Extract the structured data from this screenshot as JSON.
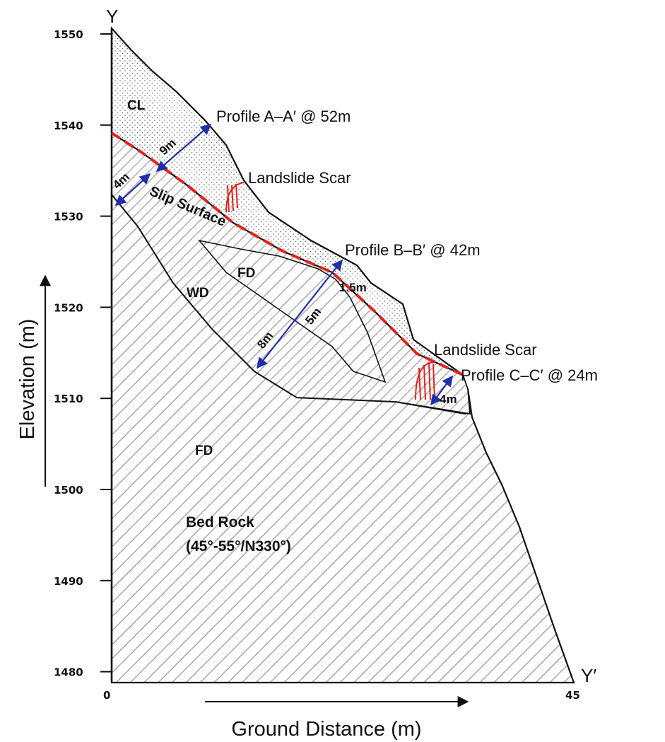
{
  "axes": {
    "y_axis_letter": "Y",
    "y_end_letter": "Y′",
    "y_ticks": [
      "1550",
      "1540",
      "1530",
      "1520",
      "1510",
      "1500",
      "1490",
      "1480"
    ],
    "x_ticks": [
      "0",
      "45"
    ],
    "ylabel": "Elevation (m)",
    "xlabel": "Ground Distance (m)"
  },
  "units": {
    "cl": "CL",
    "fd_upper": "FD",
    "wd": "WD",
    "fd_lower": "FD",
    "bedrock_line1": "Bed Rock",
    "bedrock_line2": "(45°-55°/N330°)"
  },
  "features": {
    "slip_surface": "Slip Surface",
    "scar_upper": "Landslide Scar",
    "scar_lower": "Landslide Scar"
  },
  "profiles": {
    "a": "Profile A–A′ @ 52m",
    "b": "Profile B–B′ @ 42m",
    "c": "Profile C–C′ @ 24m"
  },
  "thickness": {
    "a_cl": "9m",
    "a_wd": "4m",
    "b_cl": "1.5m",
    "b_wd": "5m",
    "b_total": "8m",
    "c_wd": "4m"
  },
  "colors": {
    "slip_surface": "#e0231c",
    "scar": "#e0231c",
    "arrows": "#1f2fa8",
    "hatch": "#9a9a9a",
    "outline": "#111111"
  }
}
